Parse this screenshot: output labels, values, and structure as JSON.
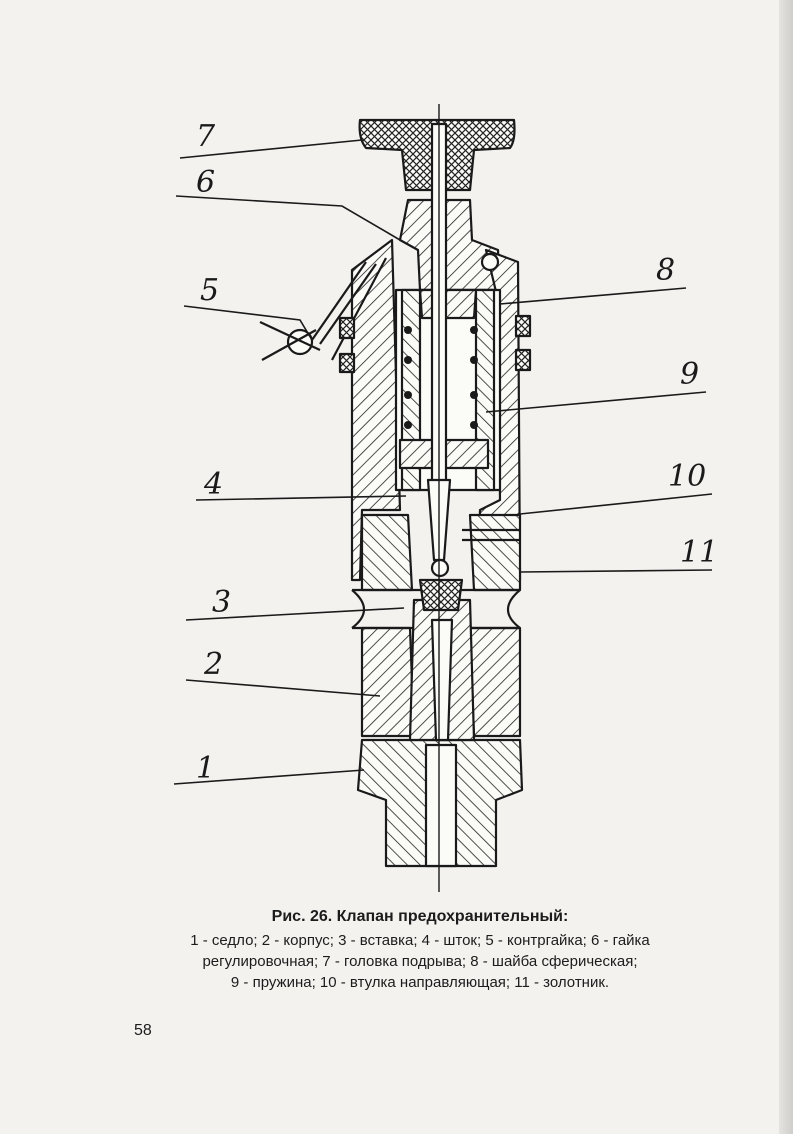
{
  "figure": {
    "callouts": [
      "7",
      "6",
      "5",
      "8",
      "9",
      "4",
      "10",
      "11",
      "3",
      "2",
      "1"
    ],
    "caption_title": "Рис. 26. Клапан предохранительный:",
    "caption_lines": [
      "1 - седло; 2 - корпус; 3 - вставка;  4 - шток; 5 - контргайка; 6 - гайка",
      "регулировочная; 7 - головка подрыва; 8 - шайба сферическая;",
      "9 - пружина; 10 - втулка направляющая; 11 - золотник."
    ]
  },
  "page": {
    "number": "58"
  }
}
